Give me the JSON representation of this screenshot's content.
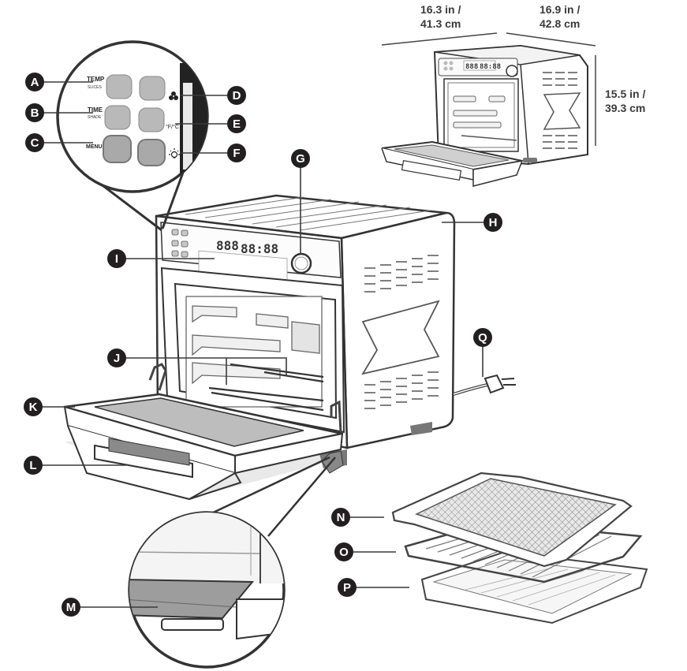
{
  "dimensions": {
    "depth_line1": "16.3 in /",
    "depth_line2": "41.3 cm",
    "width_line1": "16.9 in /",
    "width_line2": "42.8 cm",
    "height_line1": "15.5 in /",
    "height_line2": "39.3 cm"
  },
  "panel_labels": {
    "temp": "TEMP",
    "temp_sub": "SLICES",
    "time": "TIME",
    "time_sub": "SHADE",
    "menu": "MENU",
    "fahrenheit_celsius": "°F/°C"
  },
  "display": {
    "left_digits": "888",
    "right_digits": "88:88"
  },
  "callouts": {
    "a": "A",
    "b": "B",
    "c": "C",
    "d": "D",
    "e": "E",
    "f": "F",
    "g": "G",
    "h": "H",
    "i": "I",
    "j": "J",
    "k": "K",
    "l": "L",
    "m": "M",
    "n": "N",
    "o": "O",
    "p": "P",
    "q": "Q"
  },
  "colors": {
    "callout_fill": "#231f20",
    "line": "#3a3a3a",
    "button_gray": "#b9b9b9",
    "shadow": "#e6e6e6",
    "glass": "#bdbdbd"
  }
}
